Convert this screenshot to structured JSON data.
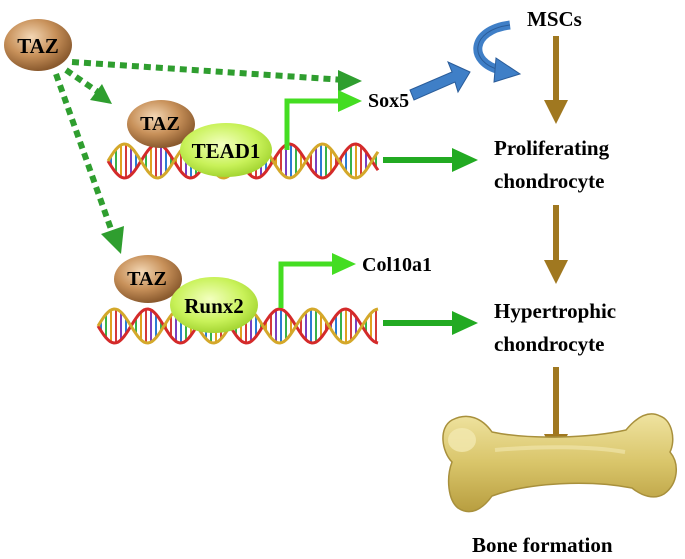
{
  "nodes": {
    "taz_main": "TAZ",
    "taz_tead": "TAZ",
    "tead1": "TEAD1",
    "taz_runx": "TAZ",
    "runx2": "Runx2",
    "sox5": "Sox5",
    "col10a1": "Col10a1",
    "mscs": "MSCs",
    "proliferating_1": "Proliferating",
    "proliferating_2": "chondrocyte",
    "hypertrophic_1": "Hypertrophic",
    "hypertrophic_2": "chondrocyte",
    "bone": "Bone formation"
  },
  "colors": {
    "taz_fill": "#c8915a",
    "tf_fill": "#c9f25a",
    "dashed_green": "#2f9e2f",
    "solid_green": "#22aa22",
    "bright_green": "#44dd22",
    "brown_arrow": "#a07820",
    "blue_arrow": "#3f7fc7",
    "bone_fill": "#d9c56a"
  }
}
